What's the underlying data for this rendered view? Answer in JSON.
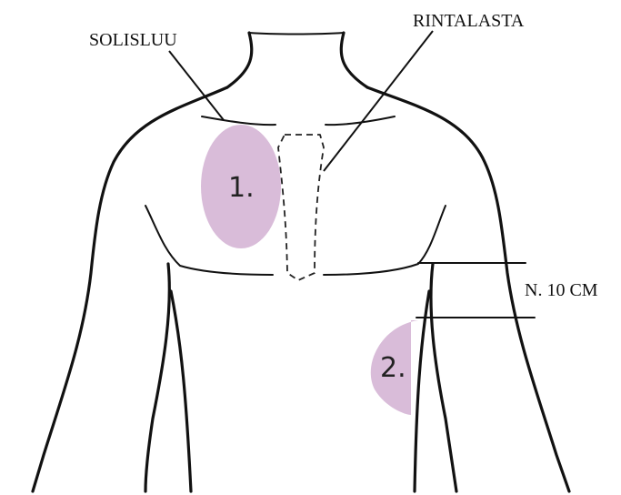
{
  "labels": {
    "clavicle": "SOLISLUU",
    "sternum": "RINTALASTA",
    "distance": "N. 10 CM"
  },
  "zones": [
    {
      "id": "zone-1",
      "label": "1."
    },
    {
      "id": "zone-2",
      "label": "2."
    }
  ],
  "colors": {
    "zone_fill": "#d9bcd9",
    "outline": "#111111",
    "background": "#ffffff"
  }
}
